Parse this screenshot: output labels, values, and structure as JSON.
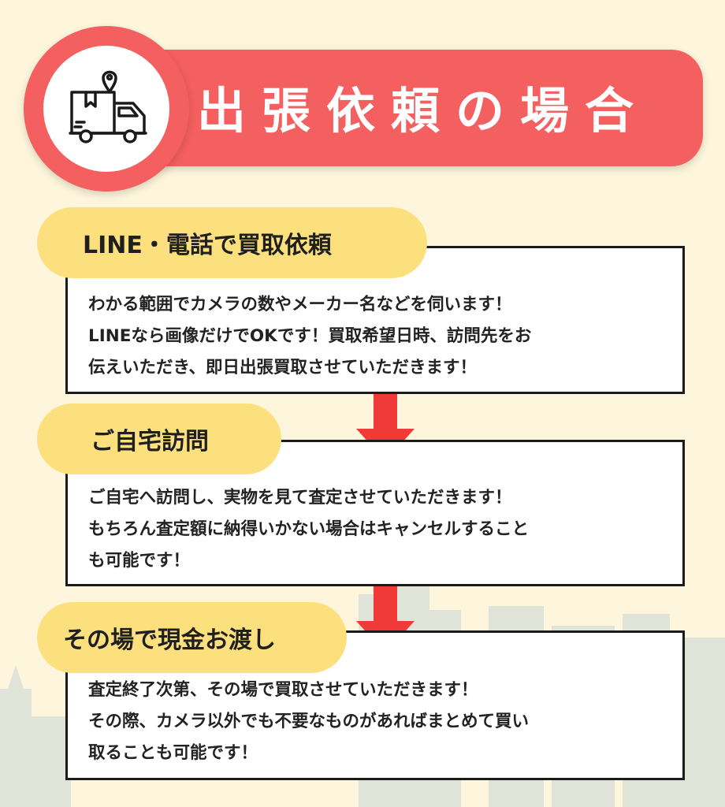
{
  "header": {
    "icon": "delivery-truck-with-location-pin-icon",
    "title": "出張依頼の場合"
  },
  "steps": [
    {
      "label": "LINE・電話で買取依頼",
      "description": "わかる範囲でカメラの数やメーカー名などを伺います！\nLINEなら画像だけでOKです！買取希望日時、訪問先をお\n伝えいただき、即日出張買取させていただきます！"
    },
    {
      "label": "ご自宅訪問",
      "description": "ご自宅へ訪問し、実物を見て査定させていただきます！\nもちろん査定額に納得いかない場合はキャンセルすること\nも可能です！"
    },
    {
      "label": "その場で現金お渡し",
      "description": "査定終了次第、その場で買取させていただきます！\nその際、カメラ以外でも不要なものがあればまとめて買い\n取ることも可能です！"
    }
  ],
  "arrow_icon": "down-arrow-icon",
  "colors": {
    "background": "#fdf6dc",
    "header": "#f45f5f",
    "label": "#fde07e",
    "arrow": "#f03a3a",
    "skyline": "#dfe3d8"
  }
}
